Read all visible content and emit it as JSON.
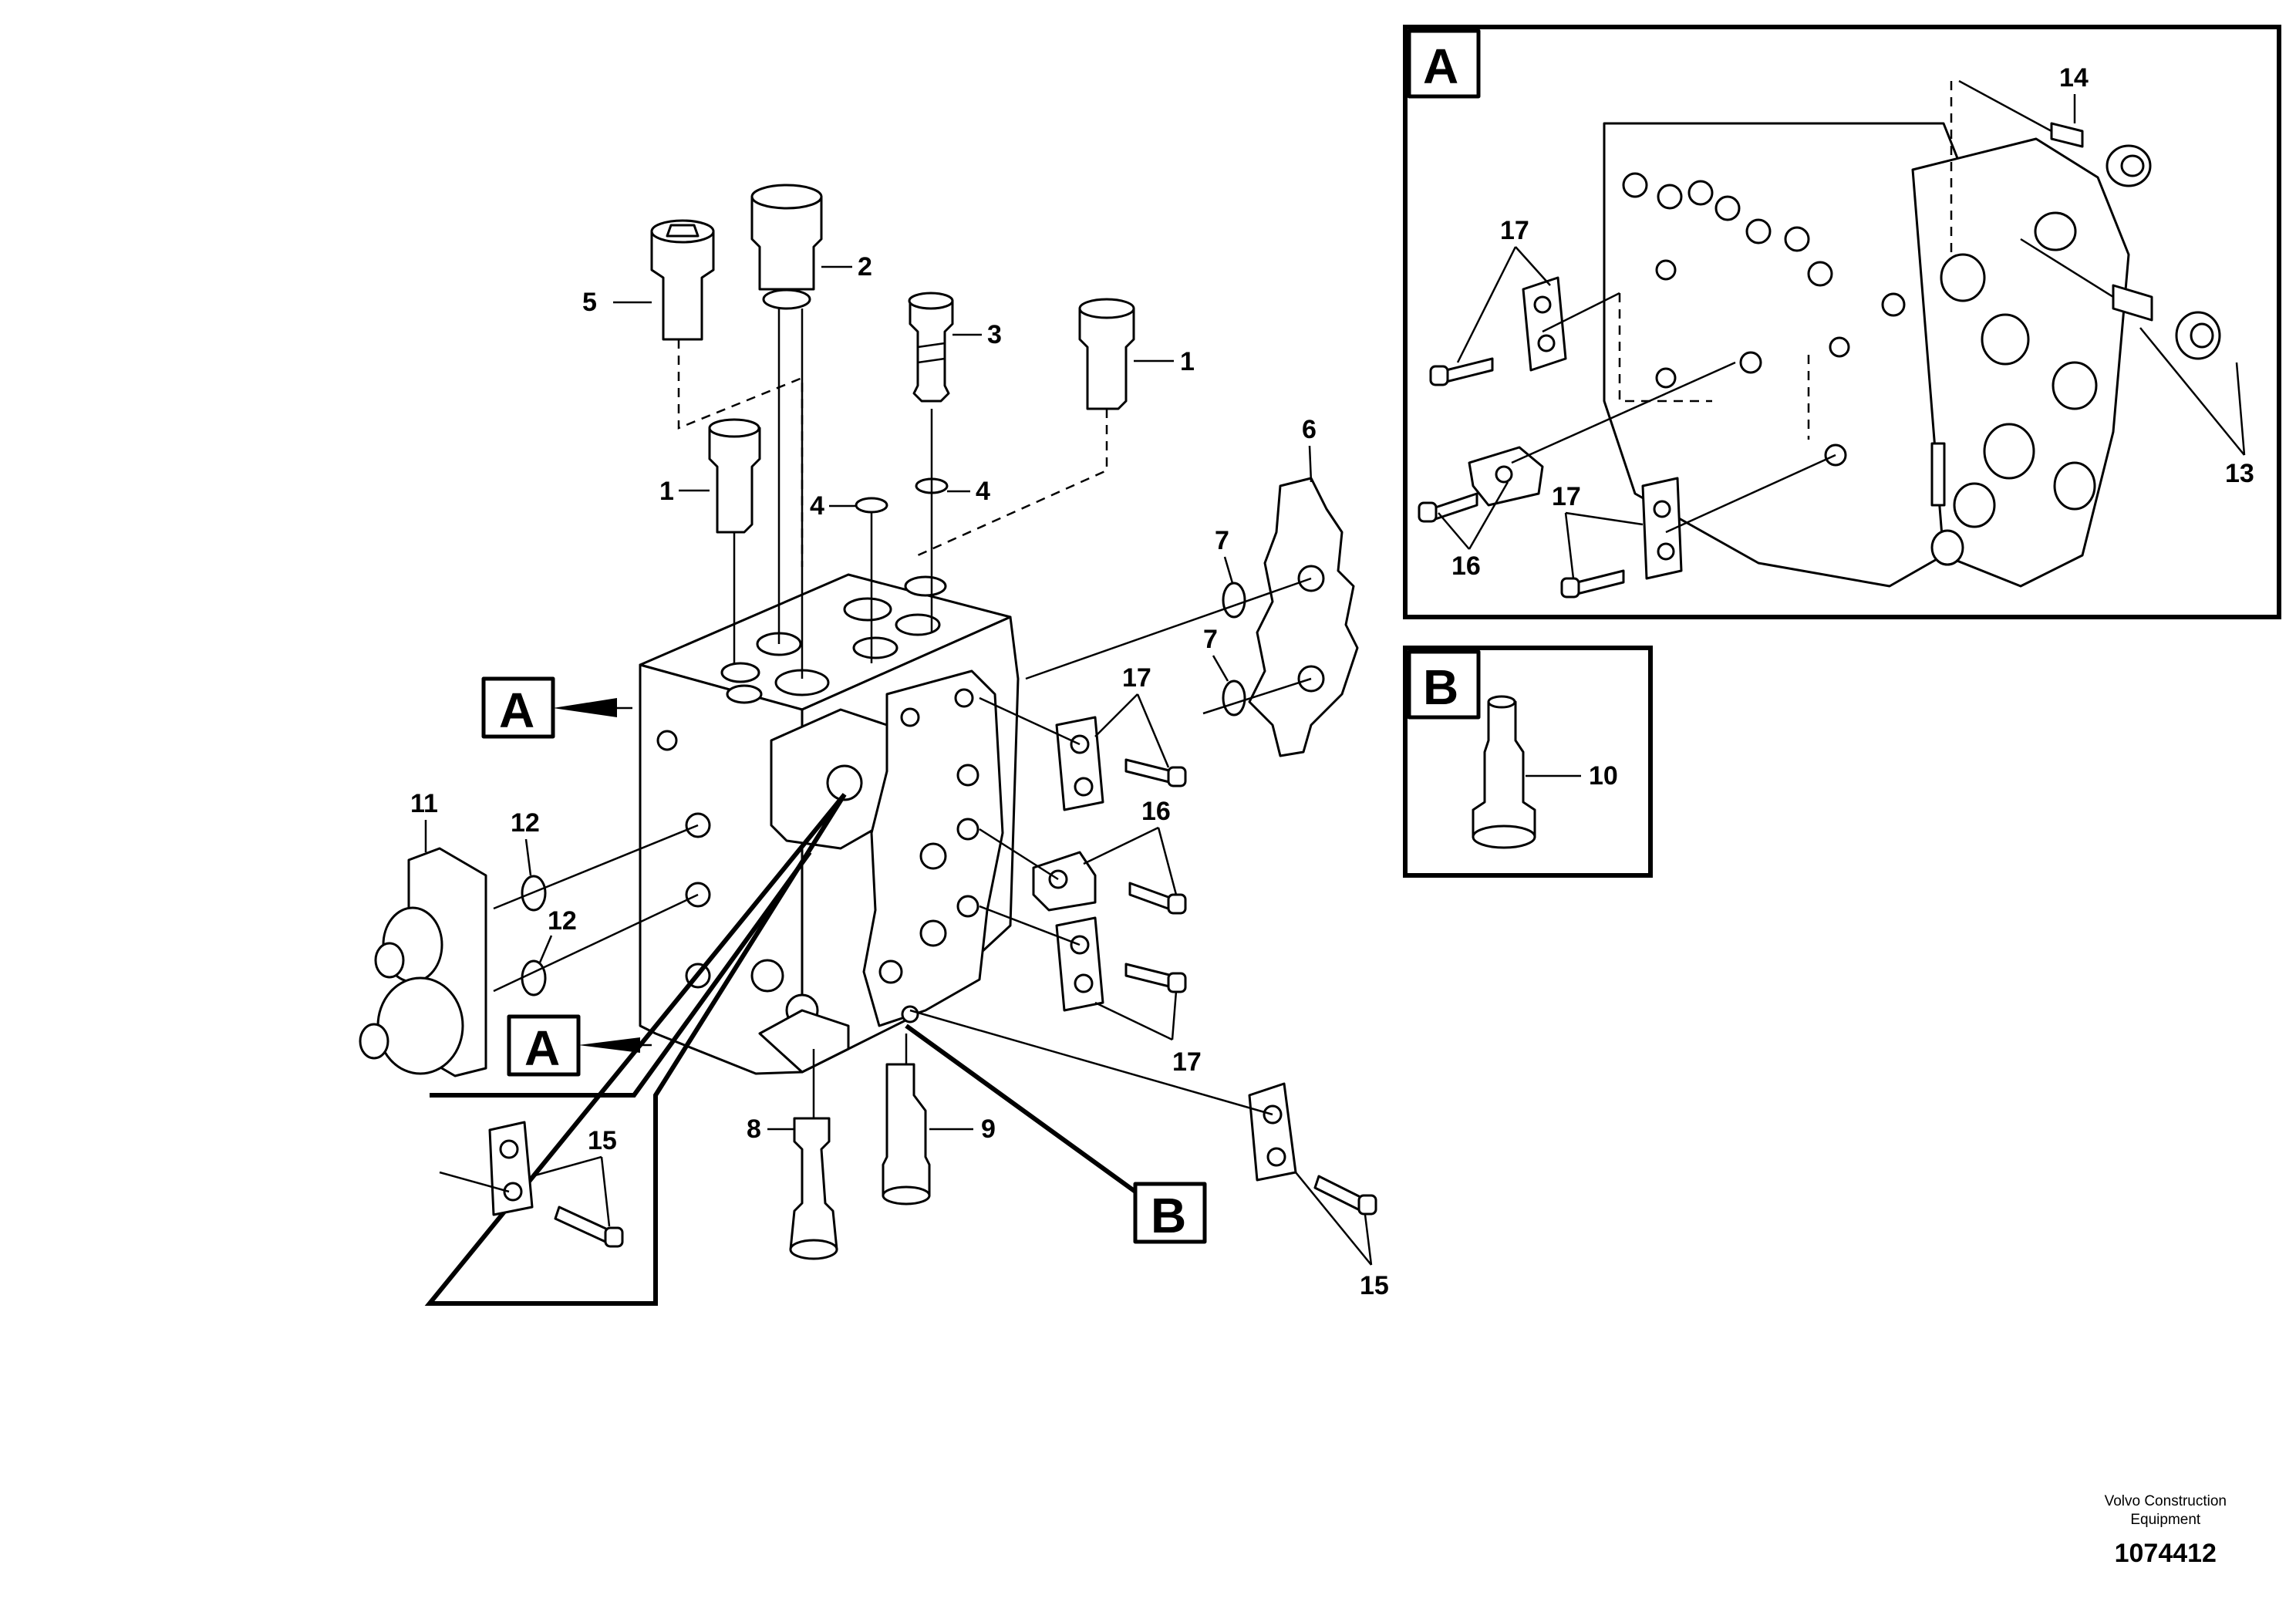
{
  "callouts": {
    "c1a": "1",
    "c1b": "1",
    "c2": "2",
    "c3": "3",
    "c4a": "4",
    "c4b": "4",
    "c5": "5",
    "c6": "6",
    "c7a": "7",
    "c7b": "7",
    "c8": "8",
    "c9": "9",
    "c10": "10",
    "c11": "11",
    "c12a": "12",
    "c12b": "12",
    "c13": "13",
    "c14": "14",
    "c15a": "15",
    "c15b": "15",
    "c16a": "16",
    "c16b": "16",
    "c17a": "17",
    "c17b": "17",
    "c17c": "17",
    "c17d": "17"
  },
  "view_labels": {
    "detail_a": "A",
    "detail_b": "B",
    "ref_a_top": "A",
    "ref_a_bottom": "A",
    "ref_b": "B"
  },
  "footer": {
    "brand_line1": "Volvo Construction",
    "brand_line2": "Equipment",
    "doc_number": "1074412"
  }
}
